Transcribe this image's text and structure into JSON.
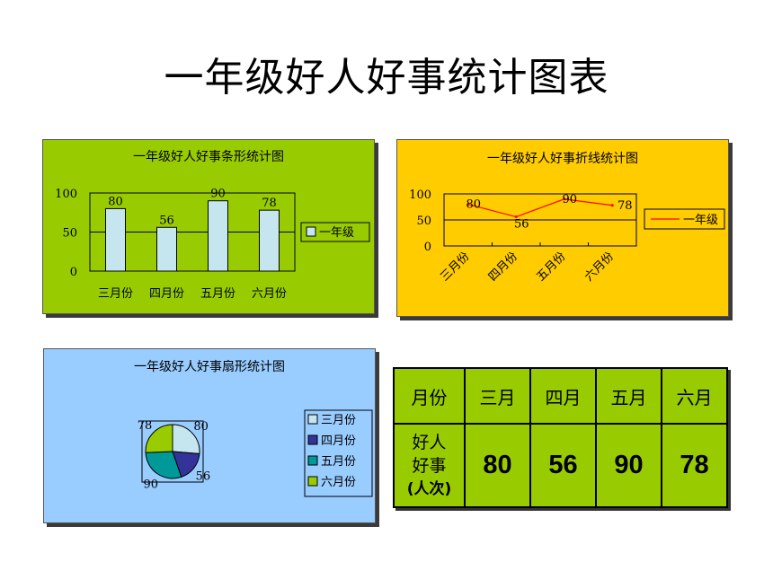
{
  "page_title": "一年级好人好事统计图表",
  "categories": [
    "三月份",
    "四月份",
    "五月份",
    "六月份"
  ],
  "series_name": "一年级",
  "chart_data": [
    {
      "type": "bar",
      "title": "一年级好人好事条形统计图",
      "categories": [
        "三月份",
        "四月份",
        "五月份",
        "六月份"
      ],
      "series": [
        {
          "name": "一年级",
          "values": [
            80,
            56,
            90,
            78
          ]
        }
      ],
      "yticks": [
        "0",
        "50",
        "100"
      ],
      "ylim": [
        0,
        100
      ],
      "legend": "right",
      "color": "#c6e6ef"
    },
    {
      "type": "line",
      "title": "一年级好人好事折线统计图",
      "categories": [
        "三月份",
        "四月份",
        "五月份",
        "六月份"
      ],
      "series": [
        {
          "name": "一年级",
          "values": [
            80,
            56,
            90,
            78
          ]
        }
      ],
      "yticks": [
        "0",
        "50",
        "100"
      ],
      "ylim": [
        0,
        100
      ],
      "legend": "right",
      "color": "#ff0000"
    },
    {
      "type": "pie",
      "title": "一年级好人好事扇形统计图",
      "labels": [
        "三月份",
        "四月份",
        "五月份",
        "六月份"
      ],
      "values": [
        80,
        56,
        90,
        78
      ],
      "colors": [
        "#c6e6ef",
        "#333399",
        "#009999",
        "#99cc00"
      ],
      "legend": "right"
    }
  ],
  "table": {
    "header_label": "月份",
    "months": [
      "三月",
      "四月",
      "五月",
      "六月"
    ],
    "row_label_line1": "好人",
    "row_label_line2": "好事",
    "row_label_line3": "(人次)",
    "values": [
      "80",
      "56",
      "90",
      "78"
    ]
  }
}
